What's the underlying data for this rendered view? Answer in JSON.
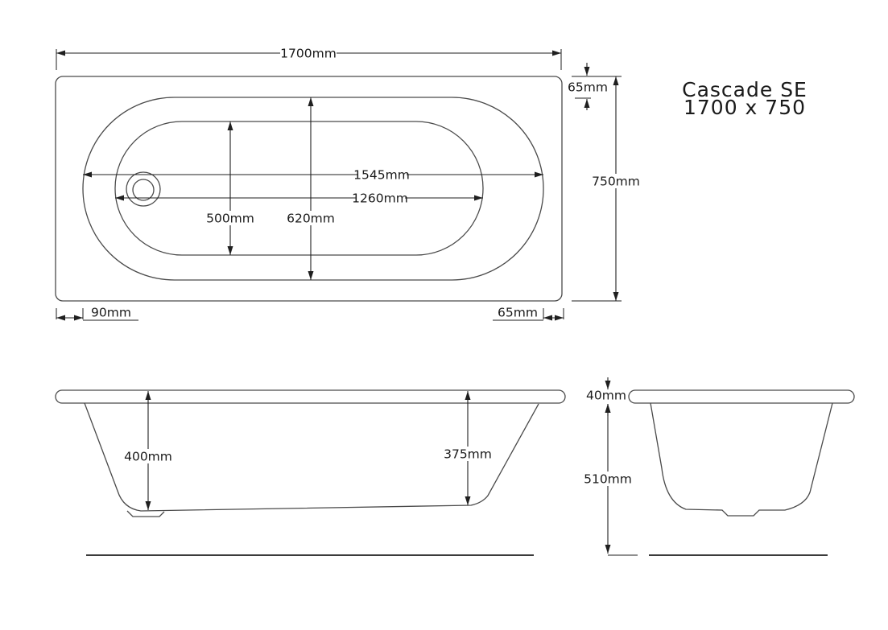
{
  "title": {
    "product": "Cascade SE",
    "size": "1700 x 750"
  },
  "plan_view": {
    "dims": {
      "overall_length": "1700mm",
      "rim_top": "65mm",
      "overall_width": "750mm",
      "inner_length": "1545mm",
      "basin_length": "1260mm",
      "basin_width": "500mm",
      "inner_width": "620mm",
      "rim_left": "90mm",
      "rim_right": "65mm"
    }
  },
  "side_view": {
    "dims": {
      "depth_left": "400mm",
      "depth_right": "375mm"
    }
  },
  "end_view": {
    "dims": {
      "rim_thickness": "40mm",
      "overall_height": "510mm"
    }
  },
  "colors": {
    "background": "#ffffff",
    "outline": "#4a4a4a",
    "dimension": "#1f1f1f",
    "text": "#1a1a1a"
  }
}
